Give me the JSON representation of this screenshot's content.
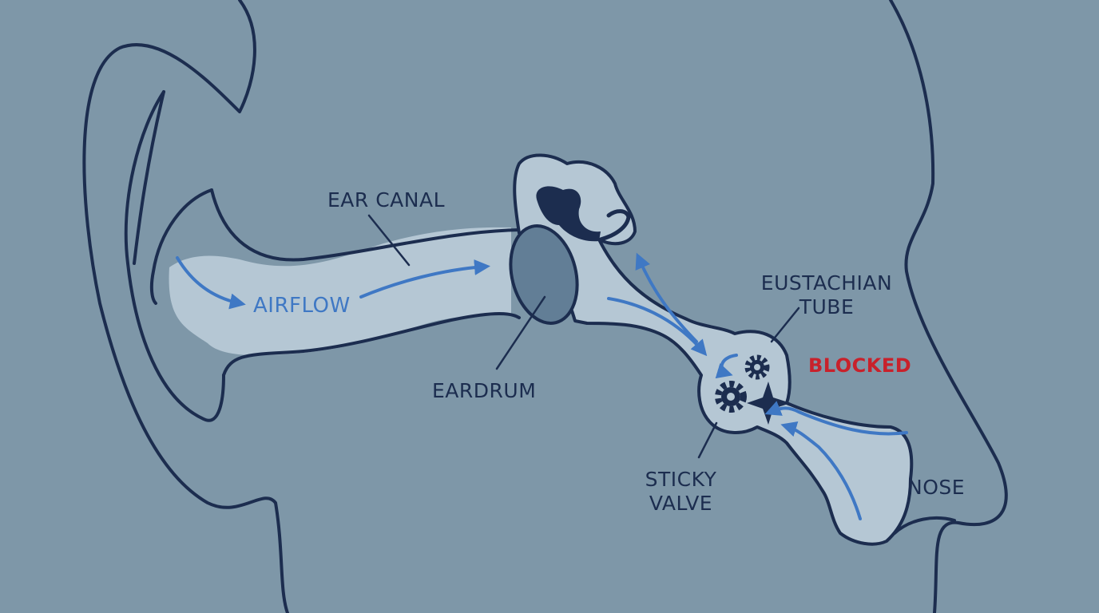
{
  "labels": {
    "ear_canal": "EAR CANAL",
    "airflow": "AIRFLOW",
    "eardrum": "EARDRUM",
    "eustachian_line1": "EUSTACHIAN",
    "eustachian_line2": "TUBE",
    "blocked": "BLOCKED",
    "sticky_line1": "STICKY",
    "sticky_line2": "VALVE",
    "nose": "NOSE"
  },
  "icons": [
    "gear-icon",
    "gear-icon",
    "blockage-star-icon"
  ],
  "colors": {
    "background": "#7e97a8",
    "outline": "#1c2d4f",
    "tube_fill": "#b5c7d4",
    "eardrum_fill": "#627e96",
    "airflow": "#3f78c4",
    "blocked": "#c8212b"
  }
}
